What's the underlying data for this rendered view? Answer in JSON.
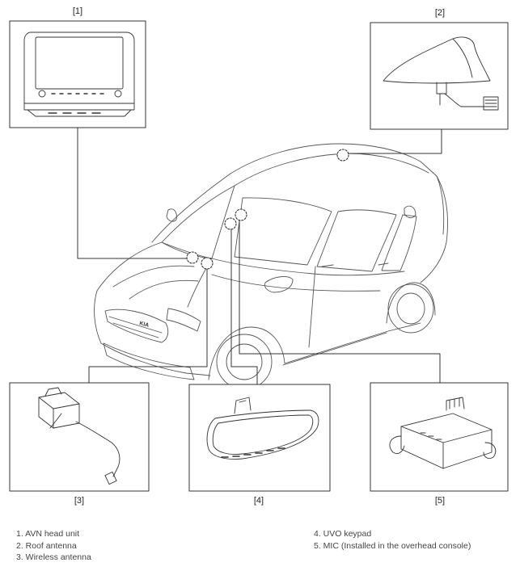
{
  "callouts": {
    "c1": "[1]",
    "c2": "[2]",
    "c3": "[3]",
    "c4": "[4]",
    "c5": "[5]"
  },
  "legend": {
    "left": [
      "1. AVN head unit",
      "2. Roof antenna",
      "3. Wireless antenna"
    ],
    "right": [
      "4. UVO keypad",
      "5. MIC (Installed in the overhead console)"
    ]
  },
  "vehicle_badge": "KIA"
}
